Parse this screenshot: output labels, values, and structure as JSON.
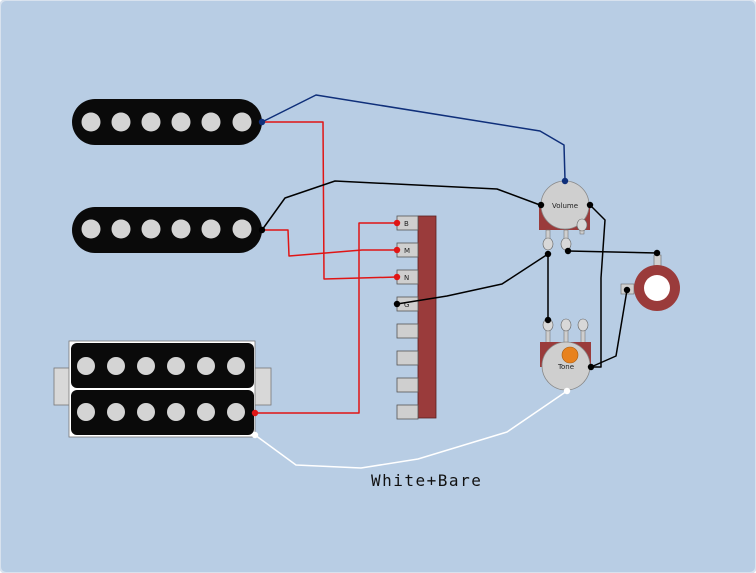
{
  "colors": {
    "background": "#b8cde4",
    "pickup_body": "#0a0a0a",
    "pole_piece": "#d4d4d4",
    "switch_body": "#9a3b3b",
    "pot_body": "#cfcfcf",
    "pot_base": "#9a3b3b",
    "tone_knob": "#e8821e",
    "jack_ring": "#9a3b3b",
    "wire_blue": "#0f2f7a",
    "wire_red": "#e01515",
    "wire_black": "#000000",
    "wire_white": "#ffffff"
  },
  "switch": {
    "labels": [
      "B",
      "M",
      "N",
      "G"
    ]
  },
  "pots": {
    "volume_label": "Volume",
    "tone_label": "Tone"
  },
  "wire_caption": "White+Bare"
}
